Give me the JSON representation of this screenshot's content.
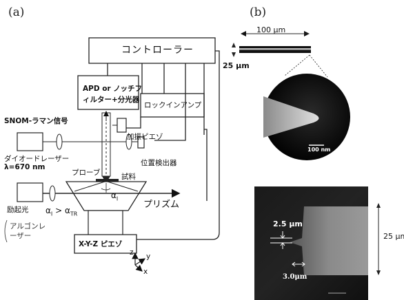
{
  "panel_a": {
    "label": "(a)",
    "controller": "コントローラー",
    "apd_line1": "APD or ノッチフ",
    "apd_line2": "ィルター+分光器",
    "lockin": "ロックインアンプ",
    "snom_signal": "SNOM-ラマン信号",
    "piezo_vib": "加振ピエゾ",
    "diode_laser": "ダイオードレーザー",
    "wavelength": "λ=670 nm",
    "position_detector": "位置検出器",
    "probe": "プローブ",
    "sample": "試料",
    "alpha_i": "α",
    "alpha_i_sub": "I",
    "prism": "プリズム",
    "excitation": "励起光",
    "condition": "α",
    "condition_sub1": "I",
    "condition_mid": " > α",
    "condition_sub2": "TR",
    "argon_line1": "アルゴンレ",
    "argon_line2": "ーザー",
    "xyz_piezo": "X-Y-Z ピエゾ",
    "axis_z": "z",
    "axis_y": "y",
    "axis_x": "x"
  },
  "panel_b": {
    "label": "(b)",
    "length": "100 μm",
    "width": "25 μm",
    "scale_bar": "100 nm",
    "tip_size": "2.5 μm",
    "image_height": "25 μm",
    "taper_length": "3.0μm"
  }
}
